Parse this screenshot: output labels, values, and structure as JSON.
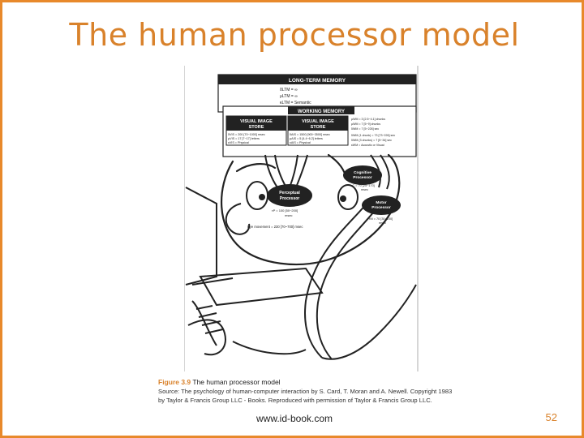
{
  "slide": {
    "title": "The human processor model",
    "footer_url": "www.id-book.com",
    "page_number": "52",
    "accent_color": "#e8892b"
  },
  "figure": {
    "ltm_header": "LONG-TERM MEMORY",
    "ltm_lines": [
      "δLTM = ∞",
      "μLTM = ∞",
      "κLTM = Semantic"
    ],
    "wm_header": "WORKING MEMORY",
    "vis_store_title": [
      "VISUAL IMAGE",
      "STORE"
    ],
    "vis_store_lines": [
      "δVIS = 200 [70~1000] msec",
      "μVIS = 17 [7~17] letters",
      "κVIS = Physical"
    ],
    "aud_store_title": [
      "VISUAL IMAGE",
      "STORE"
    ],
    "aud_store_lines": [
      "δAIS = 1500 [900~3500] msec",
      "μAIS = 5 [4.4~6.2] letters",
      "κAIS = Physical"
    ],
    "wm_lines": [
      "μWM = 3 [2.5~4.1] chunks",
      "μWM = 7 [5~9] chunks",
      "δWM = 7 [5~226] sec",
      "δWM (1 chunk) = 73 [73~226] sec",
      "δWM (3 chunks) = 7 [5~34] sec",
      "κWM = Acoustic or Visual"
    ],
    "perceptual_label": [
      "Perceptual",
      "Processor"
    ],
    "perceptual_value": [
      "τP = 100 [50~200]",
      "msec"
    ],
    "cognitive_label": [
      "Cognitive",
      "Processor"
    ],
    "cognitive_value": [
      "τC = 70 [25~170]",
      "msec"
    ],
    "motor_label": [
      "Motor",
      "Processor"
    ],
    "motor_value": [
      "τM = 70 [30~100]",
      "msec"
    ],
    "eye_movement": "Eye movement = 230 [70~700] msec"
  },
  "caption": {
    "figure_number": "Figure 3.9",
    "figure_title": "The human processor model",
    "source_line_1": "Source: The psychology of human-computer interaction by S. Card, T. Moran and A. Newell. Copyright 1983",
    "source_line_2": "by Taylor & Francis Group LLC - Books. Reproduced with permission of Taylor & Francis Group LLC."
  }
}
